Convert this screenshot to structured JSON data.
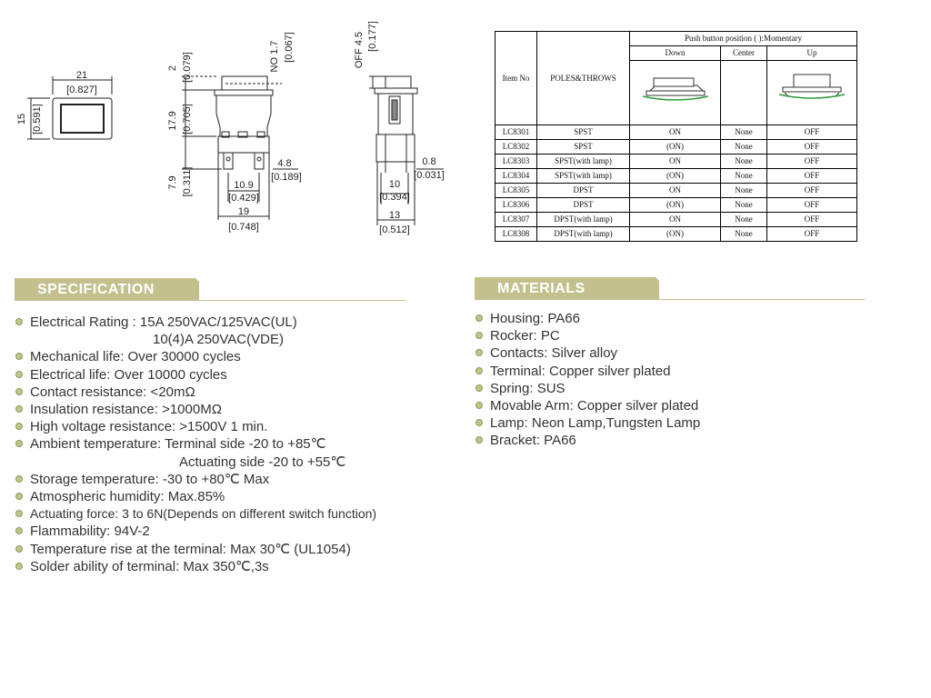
{
  "drawings": {
    "front": {
      "w": "21",
      "w_in": "[0.827]",
      "h": "15",
      "h_in": "[0.591]"
    },
    "side": {
      "d1": "2",
      "d1_in": "[0.079]",
      "d2": "17.9",
      "d2_in": "[0.705]",
      "d3": "7.9",
      "d3_in": "[0.311]",
      "d4": "NO 1.7",
      "d4_in": "[0.067]",
      "d5": "4.8",
      "d5_in": "[0.189]",
      "d6": "10.9",
      "d6_in": "[0.429]",
      "d7": "19",
      "d7_in": "[0.748]"
    },
    "end": {
      "d1": "OFF 4.5",
      "d1_in": "[0.177]",
      "d2": "0.8",
      "d2_in": "[0.031]",
      "d3": "10",
      "d3_in": "[0.394]",
      "d4": "13",
      "d4_in": "[0.512]"
    }
  },
  "table": {
    "col_item": "Item No",
    "col_poles": "POLES&THROWS",
    "group_header": "Push button position ( ):Momentary",
    "col_down": "Down",
    "col_center": "Center",
    "col_up": "Up",
    "rows": [
      {
        "item": "LC8301",
        "poles": "SPST",
        "down": "ON",
        "center": "None",
        "up": "OFF"
      },
      {
        "item": "LC8302",
        "poles": "SPST",
        "down": "(ON)",
        "center": "None",
        "up": "OFF"
      },
      {
        "item": "LC8303",
        "poles": "SPST(with lamp)",
        "down": "ON",
        "center": "None",
        "up": "OFF"
      },
      {
        "item": "LC8304",
        "poles": "SPST(with lamp)",
        "down": "(ON)",
        "center": "None",
        "up": "OFF"
      },
      {
        "item": "LC8305",
        "poles": "DPST",
        "down": "ON",
        "center": "None",
        "up": "OFF"
      },
      {
        "item": "LC8306",
        "poles": "DPST",
        "down": "(ON)",
        "center": "None",
        "up": "OFF"
      },
      {
        "item": "LC8307",
        "poles": "DPST(with lamp)",
        "down": "ON",
        "center": "None",
        "up": "OFF"
      },
      {
        "item": "LC8308",
        "poles": "DPST(with lamp)",
        "down": "(ON)",
        "center": "None",
        "up": "OFF"
      }
    ]
  },
  "specification": {
    "title": "SPECIFICATION",
    "items": [
      "Electrical Rating : 15A 250VAC/125VAC(UL)",
      "10(4)A 250VAC(VDE)",
      "Mechanical life: Over 30000 cycles",
      "Electrical life: Over 10000 cycles",
      "Contact resistance: <20mΩ",
      "Insulation resistance: >1000MΩ",
      "High voltage resistance: >1500V 1 min.",
      "Ambient temperature: Terminal side -20 to +85℃",
      "Actuating side -20 to +55℃",
      "Storage temperature: -30 to +80℃ Max",
      "Atmospheric humidity: Max.85%",
      "Actuating force: 3 to 6N(Depends on different switch function)",
      "Flammability: 94V-2",
      "Temperature rise at the terminal: Max 30℃ (UL1054)",
      "Solder ability of terminal: Max 350℃,3s"
    ]
  },
  "materials": {
    "title": "MATERIALS",
    "items": [
      "Housing: PA66",
      "Rocker: PC",
      "Contacts: Silver alloy",
      "Terminal: Copper silver plated",
      "Spring: SUS",
      "Movable Arm: Copper silver plated",
      "Lamp: Neon Lamp,Tungsten Lamp",
      "Bracket: PA66"
    ]
  },
  "colors": {
    "accent": "#c3c08d",
    "bullet": "#b9c98a"
  }
}
